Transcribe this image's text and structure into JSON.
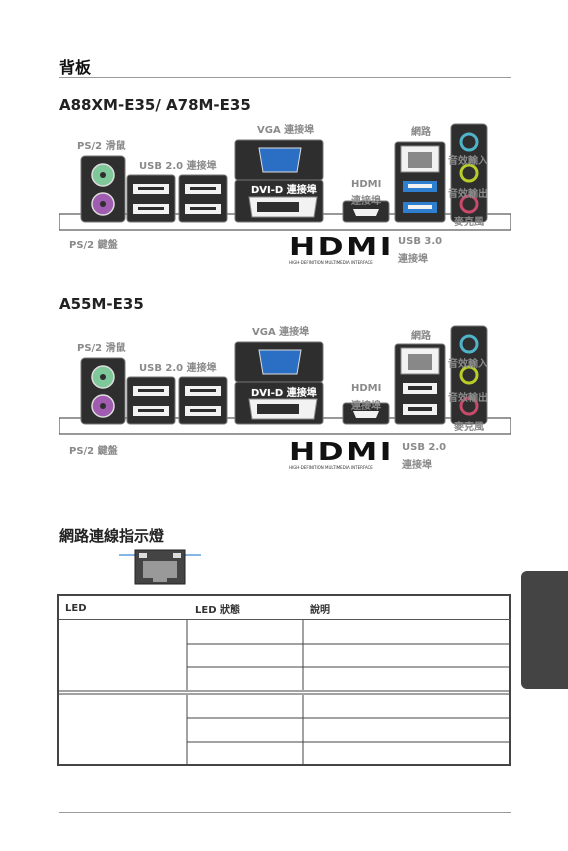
{
  "page": {
    "title": "背板",
    "section1_title": "A88XM-E35/ A78M-E35",
    "section2_title": "A55M-E35",
    "section3_title": "網路連線指示燈"
  },
  "panel1": {
    "ps2_mouse": "PS/2 滑鼠",
    "ps2_keyboard": "PS/2 鍵盤",
    "usb20": "USB 2.0 連接埠",
    "vga": "VGA 連接埠",
    "dvi": "DVI-D 連接埠",
    "hdmi1": "HDMI",
    "hdmi2": "連接埠",
    "lan": "網路",
    "line_in": "音效輸入",
    "line_out": "音效輸出",
    "mic": "麥克風",
    "usb_right1": "USB 3.0",
    "usb_right2": "連接埠"
  },
  "panel2": {
    "ps2_mouse": "PS/2 滑鼠",
    "ps2_keyboard": "PS/2 鍵盤",
    "usb20": "USB 2.0 連接埠",
    "vga": "VGA 連接埠",
    "dvi": "DVI-D 連接埠",
    "hdmi1": "HDMI",
    "hdmi2": "連接埠",
    "lan": "網路",
    "line_in": "音效輸入",
    "line_out": "音效輸出",
    "mic": "麥克風",
    "usb_right1": "USB 2.0",
    "usb_right2": "連接埠"
  },
  "hdmi_logo": {
    "word": "HDMI",
    "tagline": "HIGH-DEFINITION MULTIMEDIA INTERFACE"
  },
  "table": {
    "headers": [
      "LED",
      "LED 狀態",
      "說明"
    ]
  },
  "colors": {
    "usb3_blue": "#2f7fd0",
    "vga_blue": "#2b6fc4",
    "mouse_green": "#7fc89a",
    "keyboard_purple": "#a05cb0",
    "audio_cyan": "#4fb3c9",
    "audio_lime": "#b8cc2a",
    "audio_pink": "#c94a6a"
  }
}
